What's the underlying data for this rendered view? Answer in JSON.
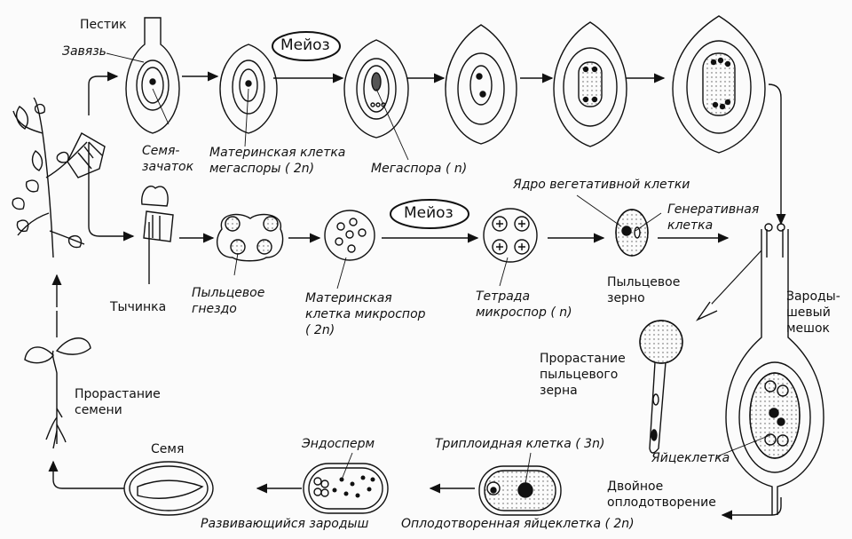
{
  "labels": {
    "pestik": "Пестик",
    "zavyaz": "Завязь",
    "meioz_top": "Мейоз",
    "semyazachatok_1": "Семя-",
    "semyazachatok_2": "зачаток",
    "mat_megaspory_1": "Материнская клетка",
    "mat_megaspory_2": "мегаспоры ( 2n)",
    "megaspora": "Мегаспора ( n)",
    "yadro_veget": "Ядро вегетативной клетки",
    "generat_1": "Генеративная",
    "generat_2": "клетка",
    "meioz_mid": "Мейоз",
    "tychinka": "Тычинка",
    "pyltsevoe_gnezdo_1": "Пыльцевое",
    "pyltsevoe_gnezdo_2": "гнездо",
    "mat_mikrospor_1": "Материнская",
    "mat_mikrospor_2": "клетка микроспор",
    "mat_mikrospor_3": "( 2n)",
    "tetrada_1": "Тетрада",
    "tetrada_2": "микроспор ( n)",
    "pyltsevoe_zerno_1": "Пыльцевое",
    "pyltsevoe_zerno_2": "зерно",
    "zarodysh_meshok_1": "Зароды-",
    "zarodysh_meshok_2": "шевый",
    "zarodysh_meshok_3": "мешок",
    "prorastanie_zerna_1": "Прорастание",
    "prorastanie_zerna_2": "пыльцевого",
    "prorastanie_zerna_3": "зерна",
    "prorastanie_semeni_1": "Прорастание",
    "prorastanie_semeni_2": "семени",
    "yaytsekletka": "Яйцеклетка",
    "semya": "Семя",
    "endosperm": "Эндосперм",
    "triploid": "Триплоидная клетка ( 3n)",
    "dvoynoe_1": "Двойное",
    "dvoynoe_2": "оплодотворение",
    "razvivayushiysya": "Развивающийся зародыш",
    "oplodotvorennaya": "Оплодотворенная яйцеклетка ( 2n)"
  }
}
